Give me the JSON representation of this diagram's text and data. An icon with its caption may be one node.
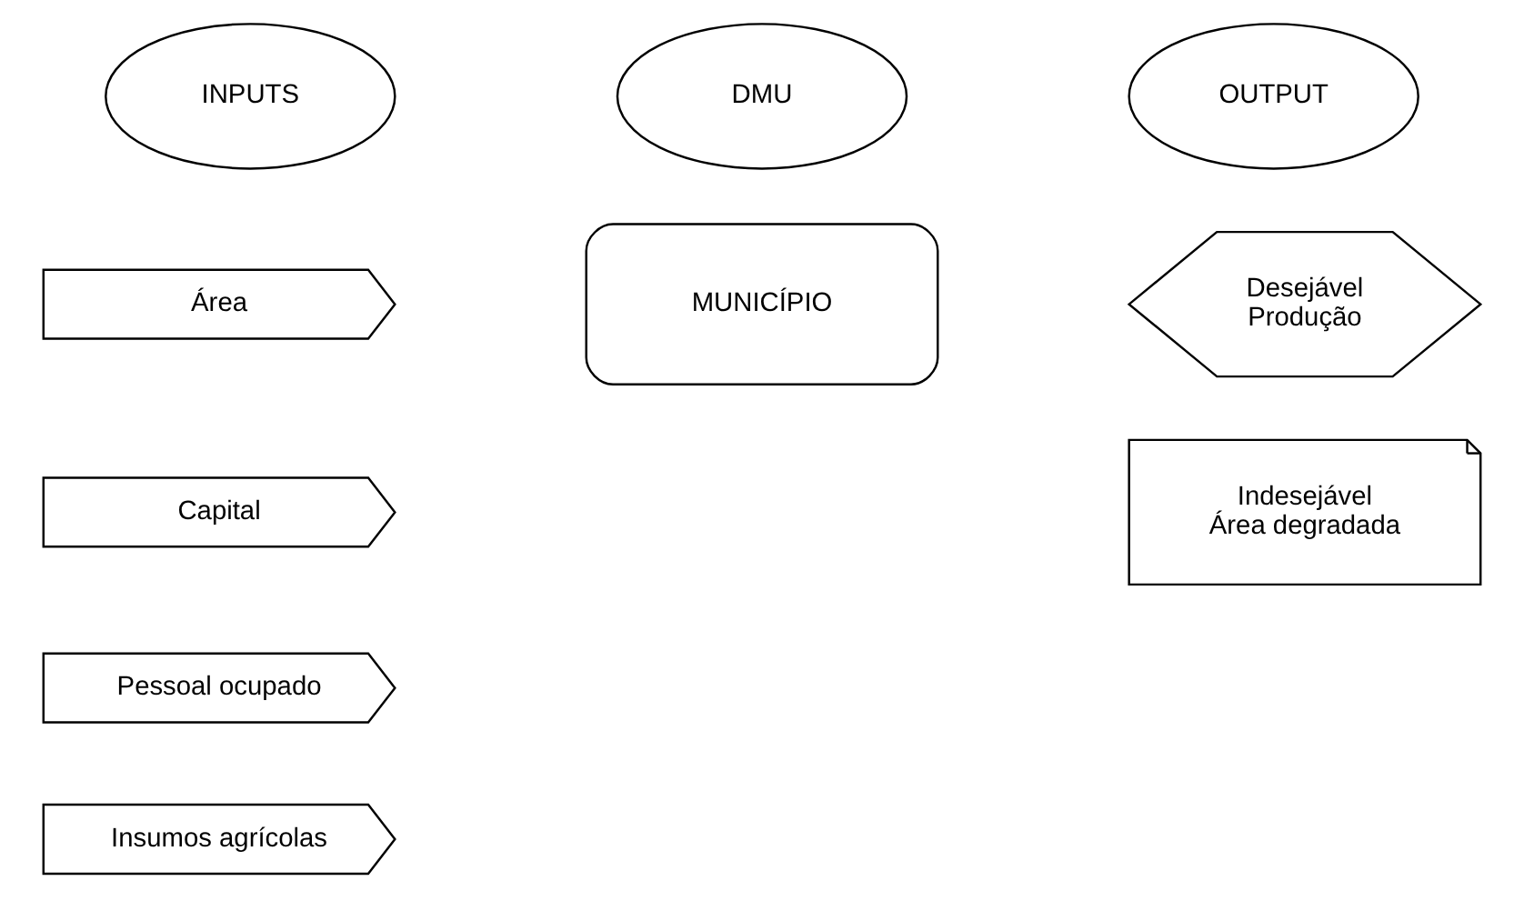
{
  "diagram": {
    "nodes": [
      {
        "text": [
          "INPUTS"
        ]
      },
      {
        "text": [
          "DMU"
        ]
      },
      {
        "text": [
          "OUTPUT"
        ]
      },
      {
        "text": [
          "Área"
        ]
      },
      {
        "text": [
          "Capital"
        ]
      },
      {
        "text": [
          "Pessoal ocupado"
        ]
      },
      {
        "text": [
          "Insumos agrícolas"
        ]
      },
      {
        "text": [
          "MUNICÍPIO"
        ]
      },
      {
        "text": [
          "Desejável",
          "Produção"
        ]
      },
      {
        "text": [
          "Indesejável",
          "Área degradada"
        ]
      }
    ],
    "edges": []
  }
}
